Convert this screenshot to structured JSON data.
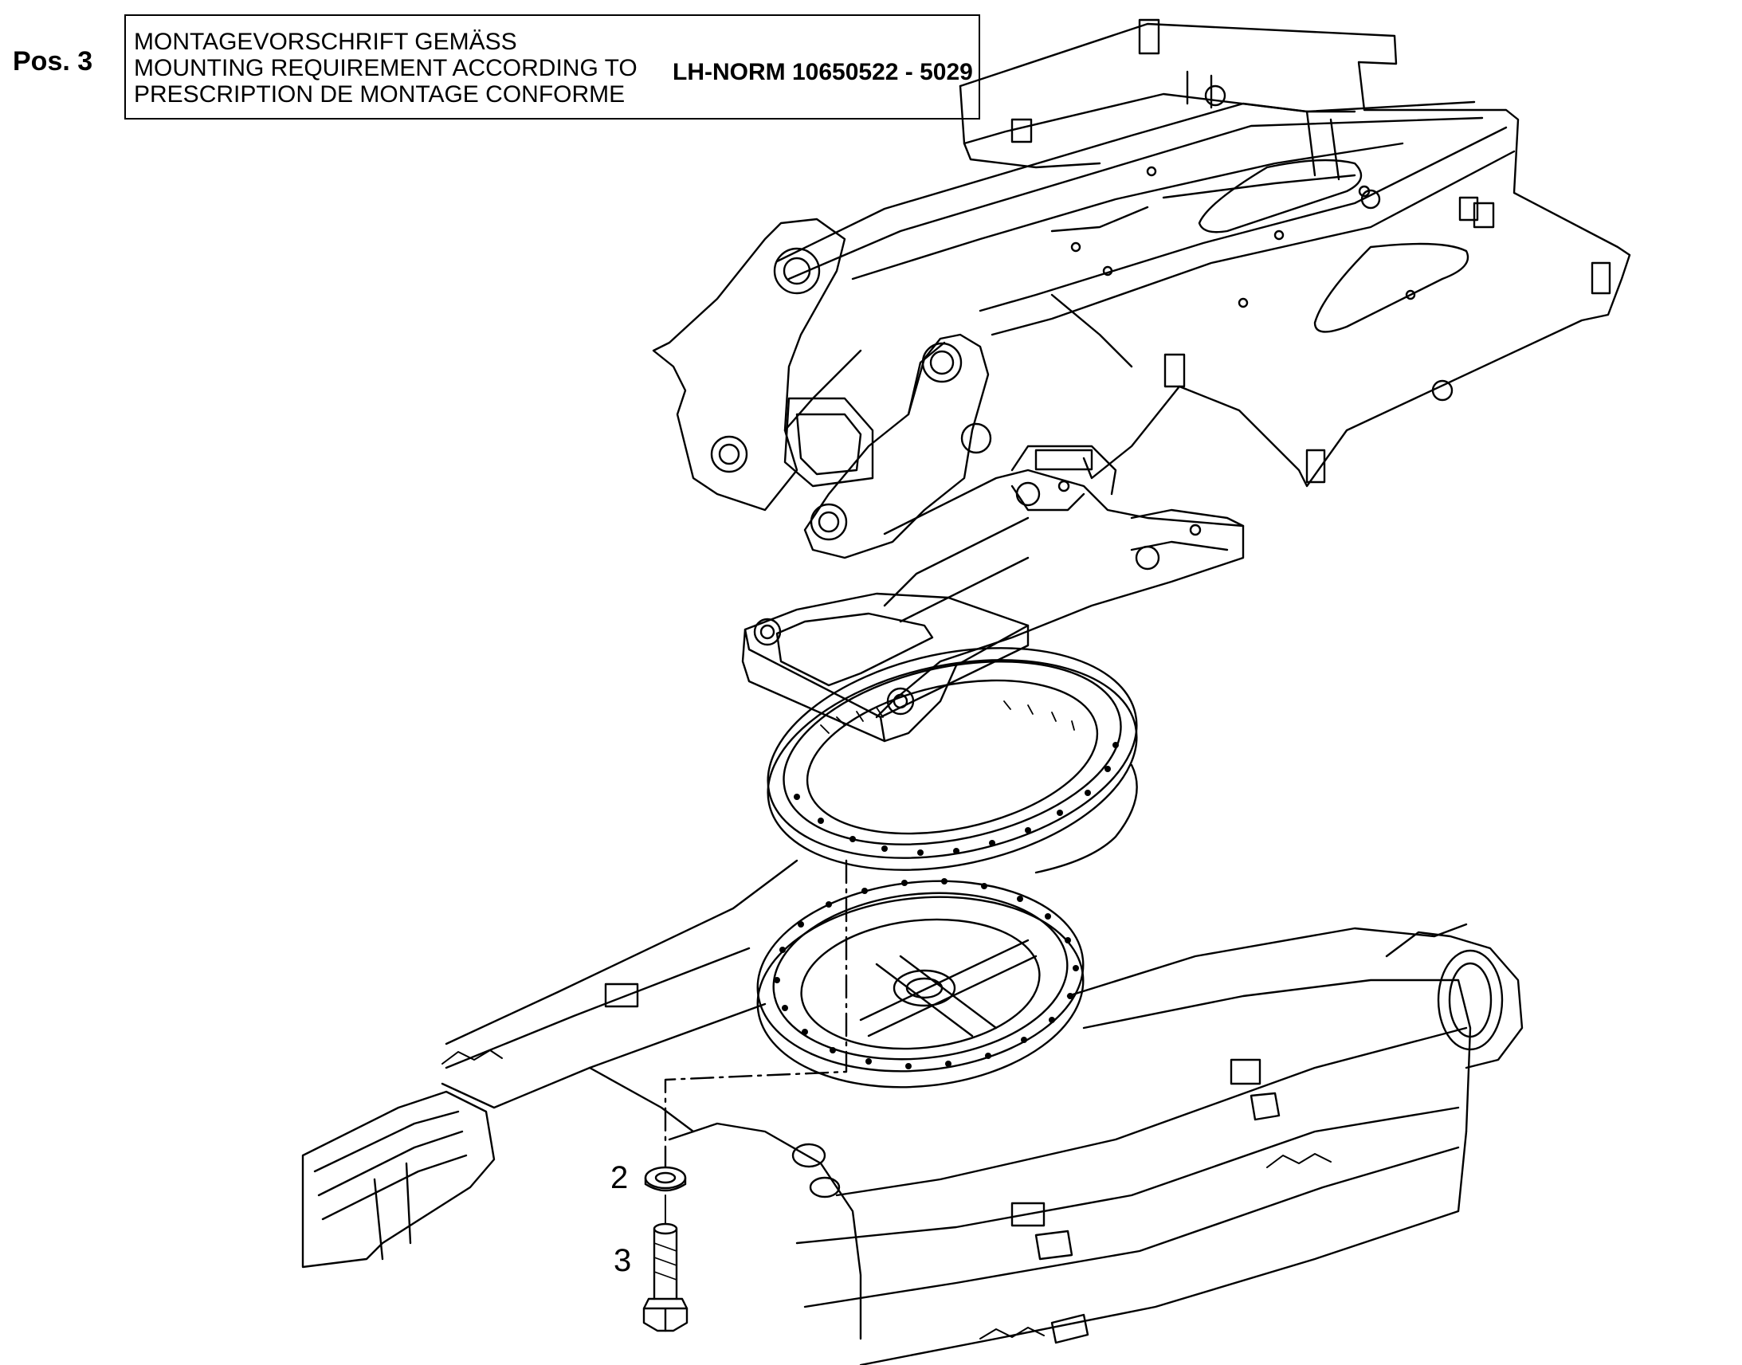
{
  "header": {
    "pos_label": "Pos. 3",
    "mounting_note": {
      "lines": [
        "MONTAGEVORSCHRIFT GEMÄSS",
        "MOUNTING REQUIREMENT ACCORDING TO",
        "PRESCRIPTION DE MONTAGE CONFORME"
      ],
      "norm": "LH-NORM 10650522 - 5029"
    }
  },
  "callouts": [
    {
      "number": "2",
      "part": "washer"
    },
    {
      "number": "3",
      "part": "bolt"
    }
  ]
}
